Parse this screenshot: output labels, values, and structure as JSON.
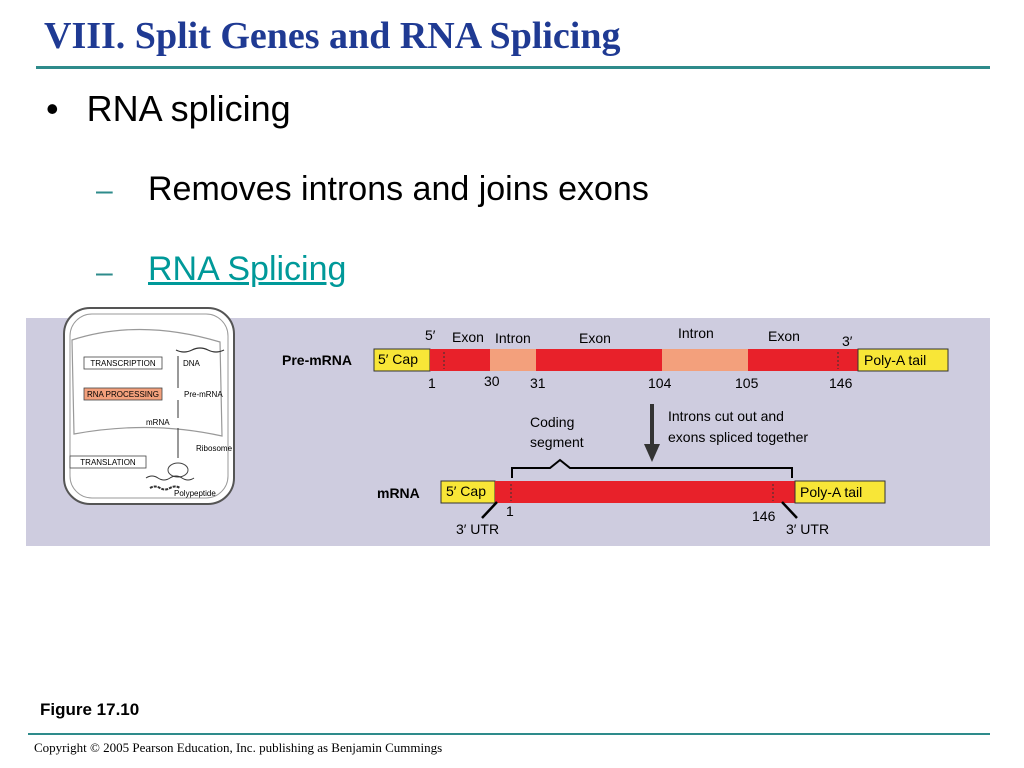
{
  "slide": {
    "title": "VIII. Split Genes and RNA Splicing",
    "bullet": "RNA splicing",
    "sub1": "Removes introns and joins exons",
    "sub2_link": "RNA Splicing",
    "dash1": "–",
    "dash2": "–",
    "figure": "Figure 17.10",
    "copyright": "Copyright © 2005 Pearson Education, Inc. publishing as Benjamin Cummings"
  },
  "thumbnail": {
    "transcription": "TRANSCRIPTION",
    "rna_processing": "RNA PROCESSING",
    "translation": "TRANSLATION",
    "dna": "DNA",
    "pre_mrna": "Pre-mRNA",
    "mrna": "mRNA",
    "ribosome": "Ribosome",
    "polypeptide": "Polypeptide"
  },
  "diagram": {
    "pre_mrna_label": "Pre-mRNA",
    "mrna_label": "mRNA",
    "five_prime": "5′",
    "three_prime": "3′",
    "cap": "5′ Cap",
    "tail": "Poly-A tail",
    "exon": "Exon",
    "intron": "Intron",
    "n1": "1",
    "n30": "30",
    "n31": "31",
    "n104": "104",
    "n105": "105",
    "n146": "146",
    "coding_1": "Coding",
    "coding_2": "segment",
    "splice_1": "Introns cut out and",
    "splice_2": "exons spliced together",
    "m1": "1",
    "m146": "146",
    "utr_left": "3′ UTR",
    "utr_right": "3′ UTR",
    "colors": {
      "exon": "#e8212a",
      "intron": "#f3a07c",
      "cap": "#f8e637",
      "panel": "#ceccdf"
    }
  }
}
